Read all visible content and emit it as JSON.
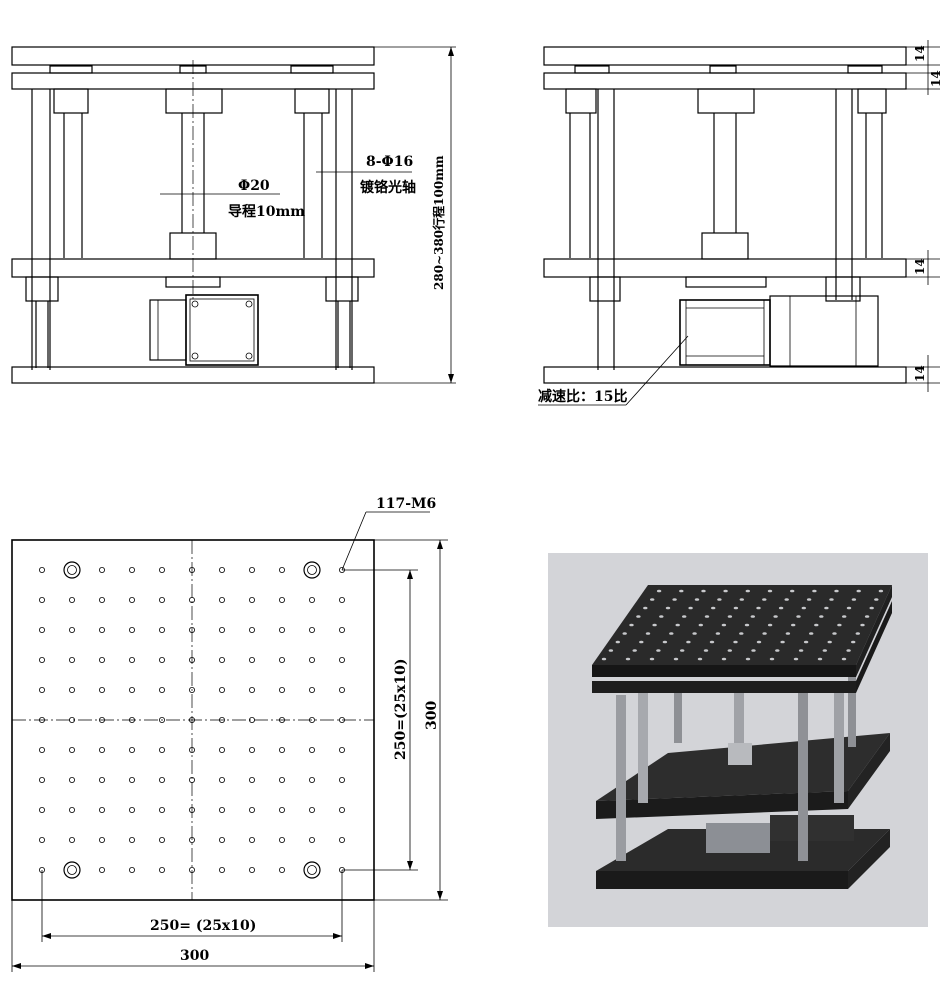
{
  "front_view": {
    "screw_dim": "Φ20",
    "screw_lead": "导程10mm",
    "rods_dim": "8-Φ16",
    "rods_note": "镀铬光轴",
    "height_dim": "280~380行程100mm"
  },
  "side_view": {
    "plate1": "14",
    "plate2": "14",
    "plate3": "14",
    "plate4": "14",
    "gear_ratio": "减速比：15比"
  },
  "top_view": {
    "holes": "117-M6",
    "pitch_h": "250= (25x10)",
    "pitch_v": "250=(25x10)",
    "width": "300",
    "height": "300",
    "grid": {
      "cols": 11,
      "rows": 11
    }
  },
  "render_3d": {
    "background": "#d3d4d8",
    "plate_color": "#2b2b2b"
  }
}
